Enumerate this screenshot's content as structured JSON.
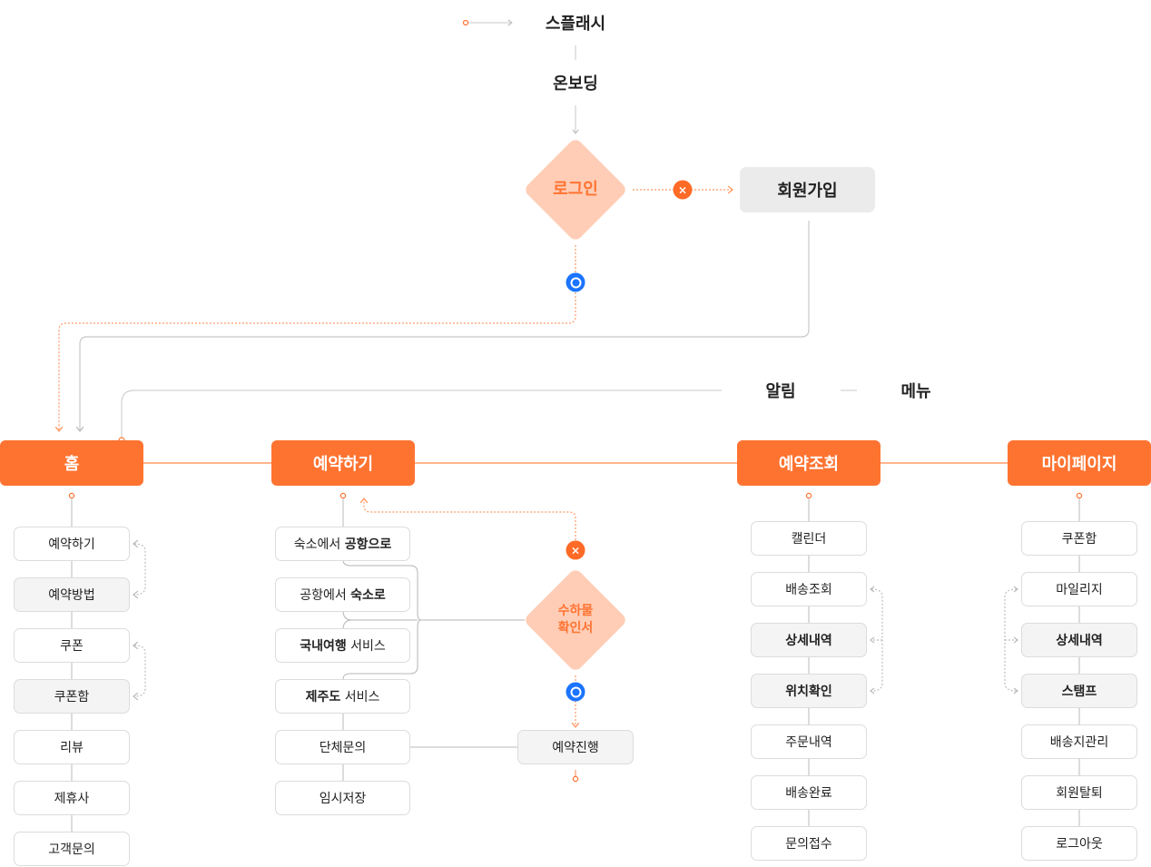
{
  "flow": {
    "splash": "스플래시",
    "onboarding": "온보딩",
    "login": "로그인",
    "signup": "회원가입",
    "notification": "알림",
    "menu": "메뉴",
    "yes_icon": "circle-o",
    "no_icon": "×"
  },
  "colors": {
    "accent": "#ff7331",
    "accent_light": "#ffcdb6",
    "yes_blue": "#1b74ff",
    "node_grey": "#f4f4f4",
    "line_grey": "#c8c8c8"
  },
  "columns": {
    "home": {
      "title": "홈",
      "items": [
        {
          "label": "예약하기",
          "style": "white"
        },
        {
          "label": "예약방법",
          "style": "grey"
        },
        {
          "label": "쿠폰",
          "style": "white"
        },
        {
          "label": "쿠폰함",
          "style": "grey"
        },
        {
          "label": "리뷰",
          "style": "white"
        },
        {
          "label": "제휴사",
          "style": "white"
        },
        {
          "label": "고객문의",
          "style": "white"
        }
      ]
    },
    "reserve": {
      "title": "예약하기",
      "items": [
        {
          "pre": "숙소에서 ",
          "bold": "공항으로",
          "post": ""
        },
        {
          "pre": "공항에서 ",
          "bold": "숙소로",
          "post": ""
        },
        {
          "pre": "",
          "bold": "국내여행",
          "post": " 서비스"
        },
        {
          "pre": "",
          "bold": "제주도",
          "post": " 서비스"
        },
        {
          "pre": "단체문의",
          "bold": "",
          "post": ""
        },
        {
          "pre": "임시저장",
          "bold": "",
          "post": ""
        }
      ],
      "decision": {
        "line1": "수하물",
        "line2": "확인서"
      },
      "next": "예약진행"
    },
    "lookup": {
      "title": "예약조회",
      "items": [
        {
          "label": "캘린더",
          "style": "white"
        },
        {
          "label": "배송조회",
          "style": "white"
        },
        {
          "label": "상세내역",
          "style": "grey-bold"
        },
        {
          "label": "위치확인",
          "style": "grey-bold"
        },
        {
          "label": "주문내역",
          "style": "white"
        },
        {
          "label": "배송완료",
          "style": "white"
        },
        {
          "label": "문의접수",
          "style": "white"
        }
      ]
    },
    "mypage": {
      "title": "마이페이지",
      "items": [
        {
          "label": "쿠폰함",
          "style": "white"
        },
        {
          "label": "마일리지",
          "style": "white"
        },
        {
          "label": "상세내역",
          "style": "grey-bold"
        },
        {
          "label": "스탬프",
          "style": "grey-bold"
        },
        {
          "label": "배송지관리",
          "style": "white"
        },
        {
          "label": "회원탈퇴",
          "style": "white"
        },
        {
          "label": "로그아웃",
          "style": "white"
        }
      ]
    }
  }
}
